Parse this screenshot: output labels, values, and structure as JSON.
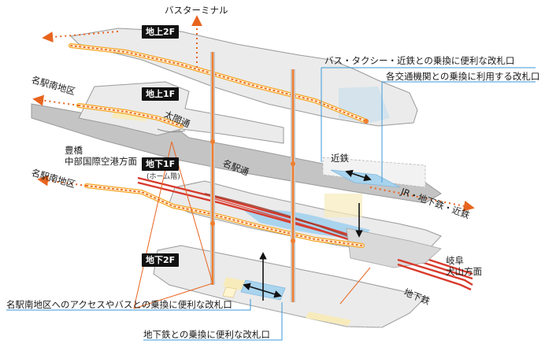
{
  "floors": {
    "f2": "地上2F",
    "f1": "地上1F",
    "b1": "地下1F",
    "b1_sub": "(ホーム階)",
    "b2": "地下2F"
  },
  "places": {
    "bus_terminal": "バスターミナル",
    "meieki_minami_upper": "名駅南地区",
    "taikodori": "太閤通",
    "meiekidori": "名駅通",
    "toyohashi": "豊橋",
    "chubu_airport": "中部国際空港方面",
    "meieki_minami_lower": "名駅南地区",
    "kintetsu": "近鉄",
    "jr_subway_kintetsu": "JR・地下鉄・近鉄",
    "gifu": "岐阜",
    "inuyama": "犬山方面",
    "subway": "地下鉄"
  },
  "callouts": {
    "bus_taxi_kintetsu": "バス・タクシー・近鉄との乗換に便利な改札口",
    "all_transit": "各交通機関との乗換に利用する改札口",
    "meieki_minami_access": "名駅南地区へのアクセスやバスとの乗換に便利な改札口",
    "subway_transfer": "地下鉄との乗換に便利な改札口"
  },
  "colors": {
    "floor_fill": "#ebebeb",
    "floor_edge": "#9a9a9a",
    "walkway": "#f5a623",
    "route_dots": "#e8641e",
    "elevator": "#f07e2e",
    "rail_red": "#d83a2c",
    "platform_blue": "#a9d4ee",
    "concourse_yellow": "#f7ebbb",
    "callout_line": "#3a9ad9"
  }
}
